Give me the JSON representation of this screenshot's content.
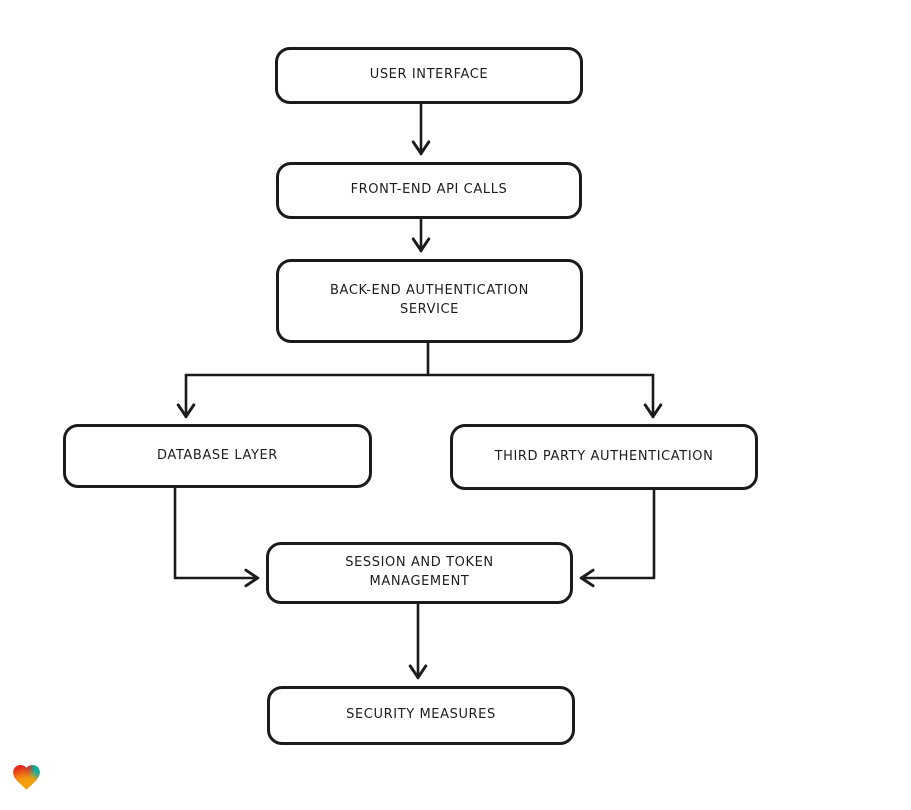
{
  "diagram": {
    "type": "flowchart",
    "background": "#ffffff",
    "stroke_color": "#1b1b1b",
    "node_fill": "#ffffff",
    "nodes": [
      {
        "id": "user-interface",
        "label": "USER INTERFACE"
      },
      {
        "id": "front-end-api-calls",
        "label": "FRONT-END API CALLS"
      },
      {
        "id": "back-end-authentication-service",
        "label": "BACK-END AUTHENTICATION\nSERVICE"
      },
      {
        "id": "database-layer",
        "label": "DATABASE LAYER"
      },
      {
        "id": "third-party-authentication",
        "label": "THIRD PARTY AUTHENTICATION"
      },
      {
        "id": "session-and-token-management",
        "label": "SESSION AND TOKEN\nMANAGEMENT"
      },
      {
        "id": "security-measures",
        "label": "SECURITY MEASURES"
      }
    ],
    "edges": [
      {
        "from": "user-interface",
        "to": "front-end-api-calls"
      },
      {
        "from": "front-end-api-calls",
        "to": "back-end-authentication-service"
      },
      {
        "from": "back-end-authentication-service",
        "to": "database-layer"
      },
      {
        "from": "back-end-authentication-service",
        "to": "third-party-authentication"
      },
      {
        "from": "database-layer",
        "to": "session-and-token-management"
      },
      {
        "from": "third-party-authentication",
        "to": "session-and-token-management"
      },
      {
        "from": "session-and-token-management",
        "to": "security-measures"
      }
    ],
    "logo": {
      "icon": "heart-logo-icon",
      "colors": [
        "#e52d27",
        "#00b3a4",
        "#3b82f6",
        "#f59e0b"
      ]
    }
  }
}
